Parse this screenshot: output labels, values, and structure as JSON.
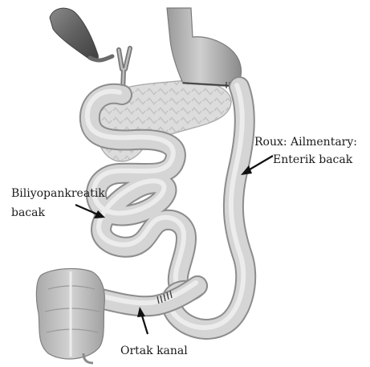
{
  "labels": {
    "roux_line1": "Roux: Ailmentary:",
    "roux_line2": "Enterik bacak",
    "bilio_line1": "Biliyopankreatik",
    "bilio_line2": "bacak",
    "common": "Ortak kanal"
  },
  "colors": {
    "intestine_outline": "#8c8c8c",
    "intestine_fill": "#d5d5d5",
    "gallbladder": "#6e6e6e",
    "pancreas": "#d9d9d9",
    "arrow": "#111111"
  }
}
